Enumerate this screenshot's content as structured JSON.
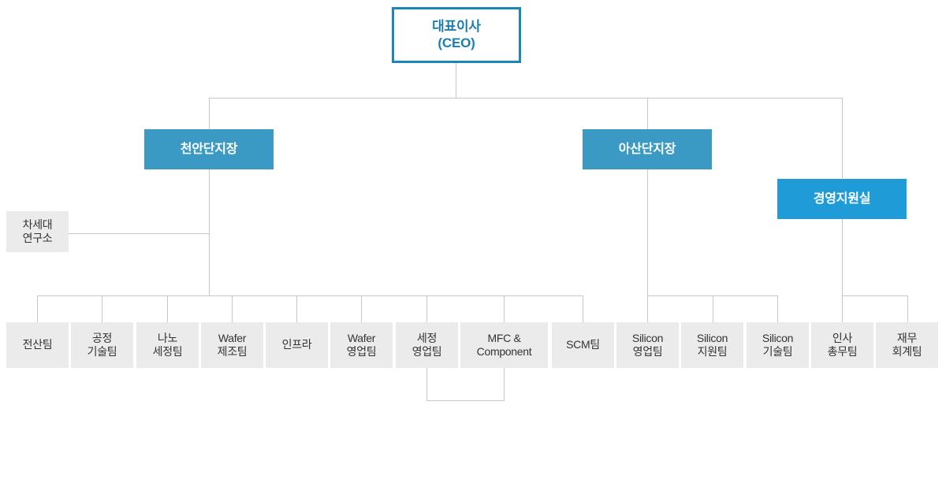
{
  "chart": {
    "type": "org-chart",
    "title": "",
    "colors": {
      "ceo_border": "#1b86b8",
      "ceo_text": "#1b7fae",
      "division_fill": "#3b9ac4",
      "support_fill": "#1f9cd7",
      "team_fill": "#ebebeb",
      "team_text": "#333333",
      "line": "#c7c7c7",
      "background": "#ffffff"
    },
    "root": {
      "label": "대표이사\n(CEO)",
      "line1": "대표이사",
      "line2": "(CEO)"
    },
    "divisions": [
      {
        "id": "cheonan",
        "label": "천안단지장"
      },
      {
        "id": "asan",
        "label": "아산단지장"
      },
      {
        "id": "support",
        "label": "경영지원실"
      }
    ],
    "lab": {
      "label": "차세대\n연구소",
      "line1": "차세대",
      "line2": "연구소"
    },
    "cheonan_teams": [
      {
        "label": "전산팀"
      },
      {
        "label": "공정\n기술팀"
      },
      {
        "label": "나노\n세정팀"
      },
      {
        "label": "Wafer\n제조팀"
      },
      {
        "label": "인프라"
      },
      {
        "label": "Wafer\n영업팀"
      },
      {
        "label": "세정\n영업팀"
      },
      {
        "label": "MFC &\nComponent"
      },
      {
        "label": "SCM팀"
      }
    ],
    "asan_teams": [
      {
        "label": "Silicon\n영업팀"
      },
      {
        "label": "Silicon\n지원팀"
      },
      {
        "label": "Silicon\n기술팀"
      }
    ],
    "support_teams": [
      {
        "label": "인사\n총무팀"
      },
      {
        "label": "재무\n회계팀"
      }
    ]
  }
}
